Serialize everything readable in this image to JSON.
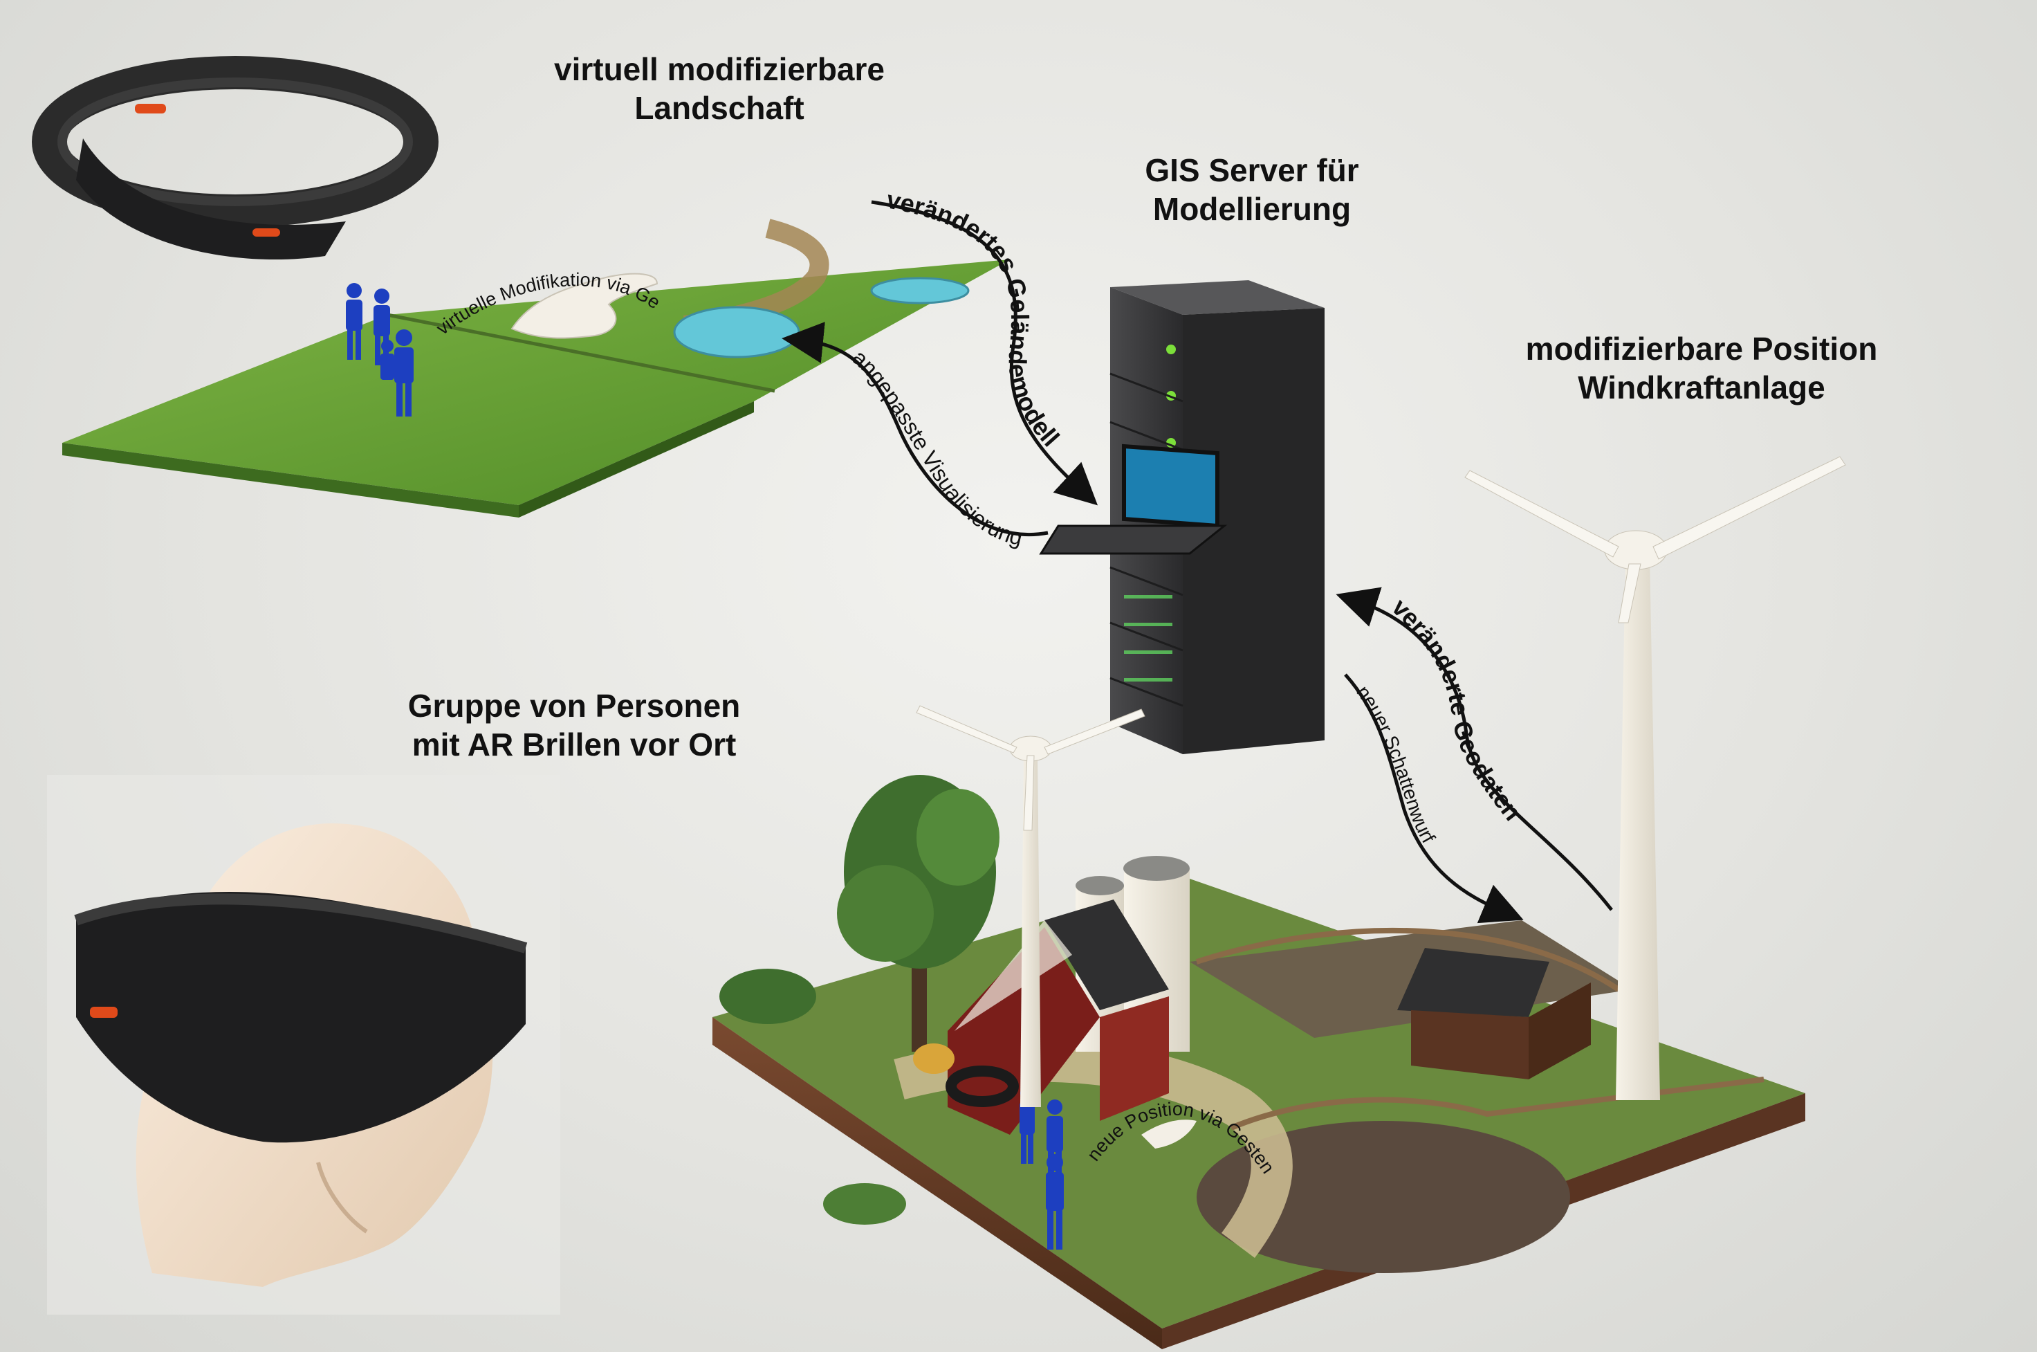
{
  "labels": {
    "landscape_title": [
      "virtuell modifizierbare",
      "Landschaft"
    ],
    "server_title": [
      "GIS Server für",
      "Modellierung"
    ],
    "windturbine_title": [
      "modifizierbare Position",
      "Windkraftanlage"
    ],
    "group_title": [
      "Gruppe von Personen",
      "mit AR Brillen vor Ort"
    ]
  },
  "flow_labels": {
    "changed_terrain": "verändertes Geländemodell",
    "adapted_visualization": "angepasste Visualisierung",
    "changed_geodata": "veränderte Geodaten",
    "new_shadow": "neuer Schattenwurf",
    "virtual_modification": "virtuelle Modifikation via Gesten",
    "new_position": "neue Position via Gesten"
  },
  "colors": {
    "grass": "#5f9a2e",
    "water": "#63c7d8",
    "server": "#3a3a3c",
    "screen": "#1c7fb0",
    "barn": "#7a1e1a",
    "person": "#1d3fc0",
    "headset": "#2b2b2b",
    "accent_orange": "#e04a1a"
  }
}
